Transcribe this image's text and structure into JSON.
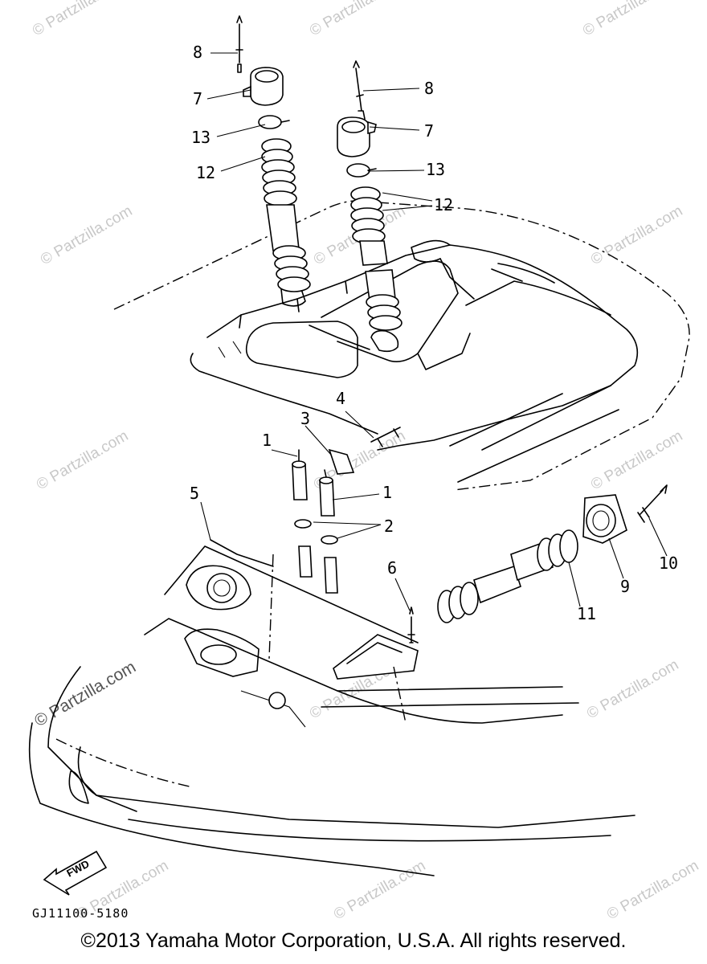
{
  "diagram": {
    "callouts": [
      "1",
      "1",
      "2",
      "3",
      "4",
      "5",
      "6",
      "7",
      "7",
      "8",
      "8",
      "9",
      "10",
      "11",
      "12",
      "12",
      "13",
      "13"
    ],
    "watermark": "© Partzilla.com",
    "fwd_label": "FWD",
    "drawing_code": "GJ11100-5180"
  },
  "footer": {
    "copyright": "©2013 Yamaha Motor Corporation, U.S.A. All rights reserved."
  }
}
